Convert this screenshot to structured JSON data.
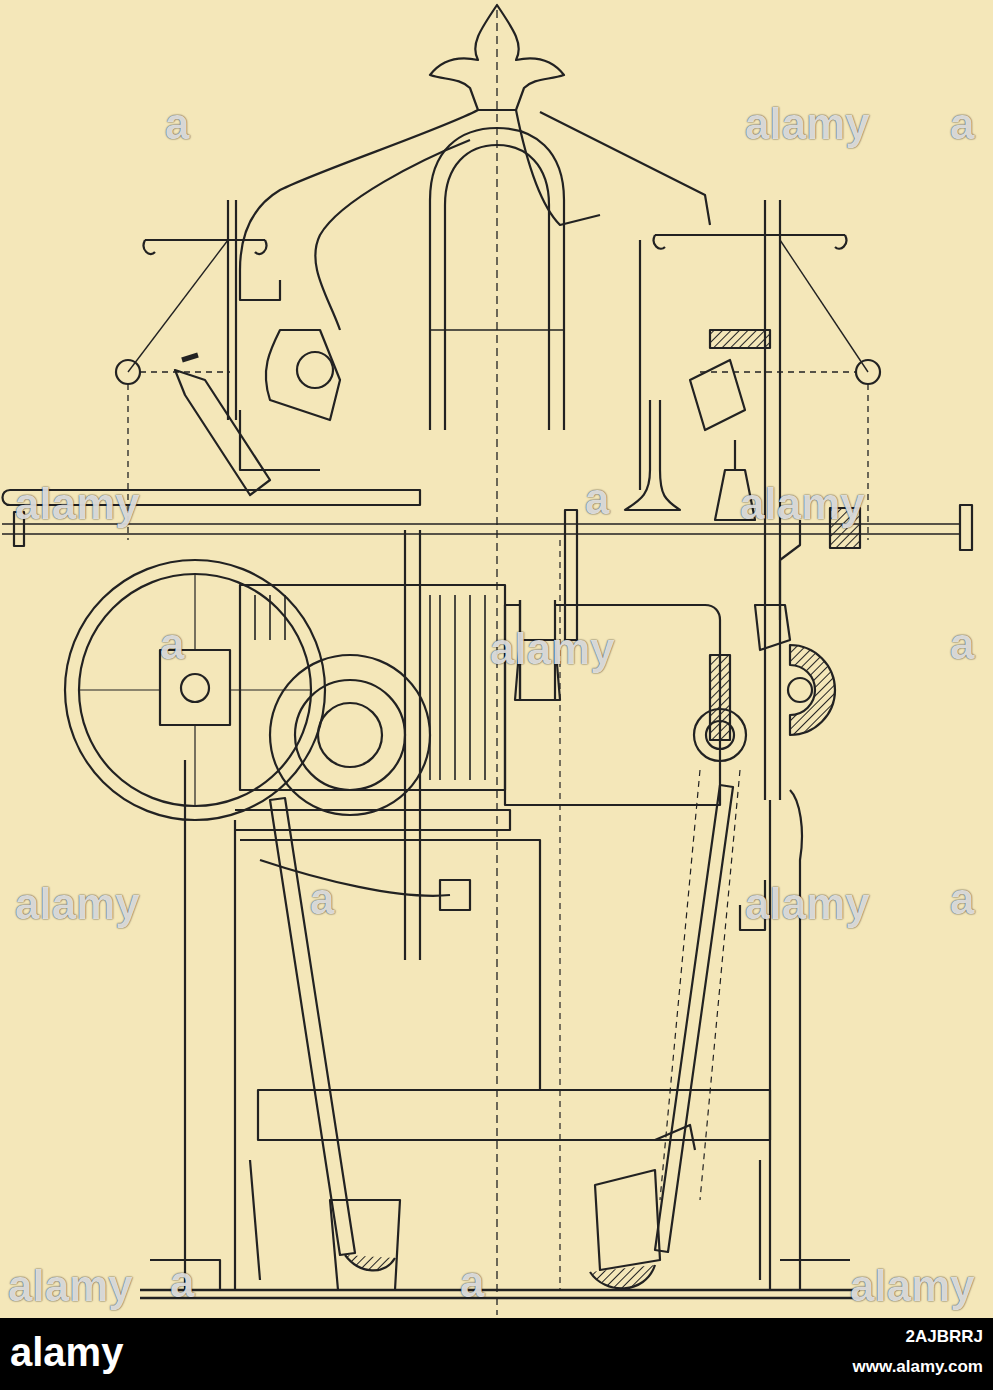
{
  "diagram": {
    "labels": [
      "a",
      "alamy",
      "a",
      "alamy",
      "a",
      "alamy",
      "a",
      "alamy",
      "a",
      "alamy",
      "a",
      "alamy",
      "a",
      "alamy",
      "a",
      "a",
      "alamy",
      "alamy",
      "2AJBRRJ",
      "www.alamy.com"
    ]
  }
}
